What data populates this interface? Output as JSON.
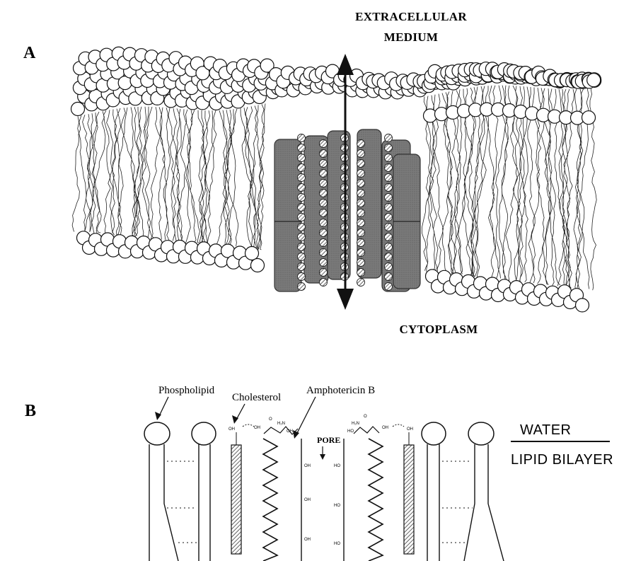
{
  "panel_a": {
    "letter": "A",
    "top_label_line1": "EXTRACELLULAR",
    "top_label_line2": "MEDIUM",
    "bottom_label": "CYTOPLASM"
  },
  "panel_b": {
    "letter": "B",
    "labels": {
      "phospholipid": "Phospholipid",
      "cholesterol": "Cholesterol",
      "amphotericin": "Amphotericin B",
      "pore": "PORE",
      "oh": "OH",
      "ho": "HO",
      "h2n": "H₂N",
      "o": "O"
    },
    "legend": {
      "upper": "WATER",
      "lower": "LIPID BILAYER"
    }
  },
  "colors": {
    "ink": "#111111",
    "block_dark": "#6e6e6e",
    "block_mid": "#8c8c8c",
    "head_fill": "#ffffff"
  }
}
